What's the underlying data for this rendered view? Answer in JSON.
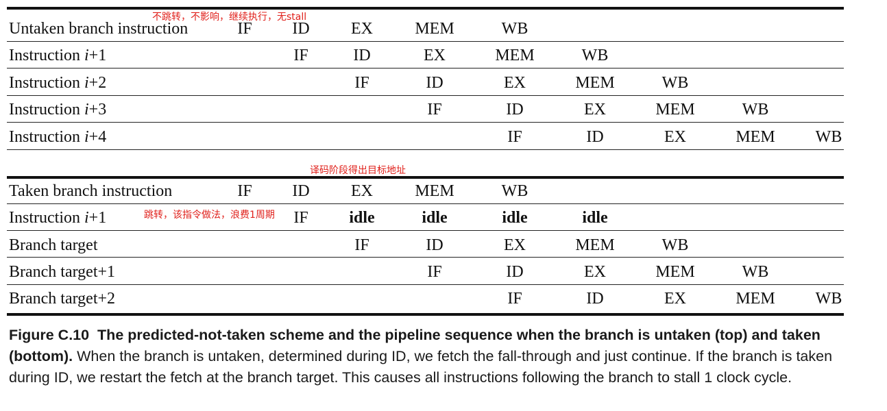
{
  "stage_columns": [
    "",
    "",
    "",
    "",
    "",
    "",
    "",
    "",
    ""
  ],
  "top_table": {
    "rows": [
      {
        "label_pre": "Untaken branch instruction",
        "label_var": "",
        "label_post": "",
        "stages": [
          "IF",
          "ID",
          "EX",
          "MEM",
          "WB",
          "",
          "",
          "",
          ""
        ]
      },
      {
        "label_pre": "Instruction ",
        "label_var": "i",
        "label_post": "+1",
        "stages": [
          "",
          "IF",
          "ID",
          "EX",
          "MEM",
          "WB",
          "",
          "",
          ""
        ]
      },
      {
        "label_pre": "Instruction ",
        "label_var": "i",
        "label_post": "+2",
        "stages": [
          "",
          "",
          "IF",
          "ID",
          "EX",
          "MEM",
          "WB",
          "",
          ""
        ]
      },
      {
        "label_pre": "Instruction ",
        "label_var": "i",
        "label_post": "+3",
        "stages": [
          "",
          "",
          "",
          "IF",
          "ID",
          "EX",
          "MEM",
          "WB",
          ""
        ]
      },
      {
        "label_pre": "Instruction ",
        "label_var": "i",
        "label_post": "+4",
        "stages": [
          "",
          "",
          "",
          "",
          "IF",
          "ID",
          "EX",
          "MEM",
          "WB"
        ]
      }
    ]
  },
  "bottom_table": {
    "rows": [
      {
        "label_pre": "Taken branch instruction",
        "label_var": "",
        "label_post": "",
        "stages": [
          "IF",
          "ID",
          "EX",
          "MEM",
          "WB",
          "",
          "",
          "",
          ""
        ]
      },
      {
        "label_pre": "Instruction ",
        "label_var": "i",
        "label_post": "+1",
        "stages": [
          "",
          "IF",
          "idle",
          "idle",
          "idle",
          "idle",
          "",
          "",
          ""
        ]
      },
      {
        "label_pre": "Branch target",
        "label_var": "",
        "label_post": "",
        "stages": [
          "",
          "",
          "IF",
          "ID",
          "EX",
          "MEM",
          "WB",
          "",
          ""
        ]
      },
      {
        "label_pre": "Branch target+1",
        "label_var": "",
        "label_post": "",
        "stages": [
          "",
          "",
          "",
          "IF",
          "ID",
          "EX",
          "MEM",
          "WB",
          ""
        ]
      },
      {
        "label_pre": "Branch target+2",
        "label_var": "",
        "label_post": "",
        "stages": [
          "",
          "",
          "",
          "",
          "IF",
          "ID",
          "EX",
          "MEM",
          "WB"
        ]
      }
    ]
  },
  "annotations": {
    "top_note": "不跳转，不影响，继续执行，无stall",
    "middle_note": "译码阶段得出目标地址",
    "row_note": "跳转，该指令做法，浪费1周期"
  },
  "caption": {
    "figure_label": "Figure C.10",
    "bold_title": "The predicted-not-taken scheme and the pipeline sequence when the branch is untaken (top) and taken (bottom).",
    "body": "When the branch is untaken, determined during ID, we fetch the fall-through and just continue. If the branch is taken during ID, we restart the fetch at the branch target. This causes all instructions following the branch to stall 1 clock cycle."
  },
  "colors": {
    "annotation": "#e0201b",
    "rules": "#111111"
  }
}
